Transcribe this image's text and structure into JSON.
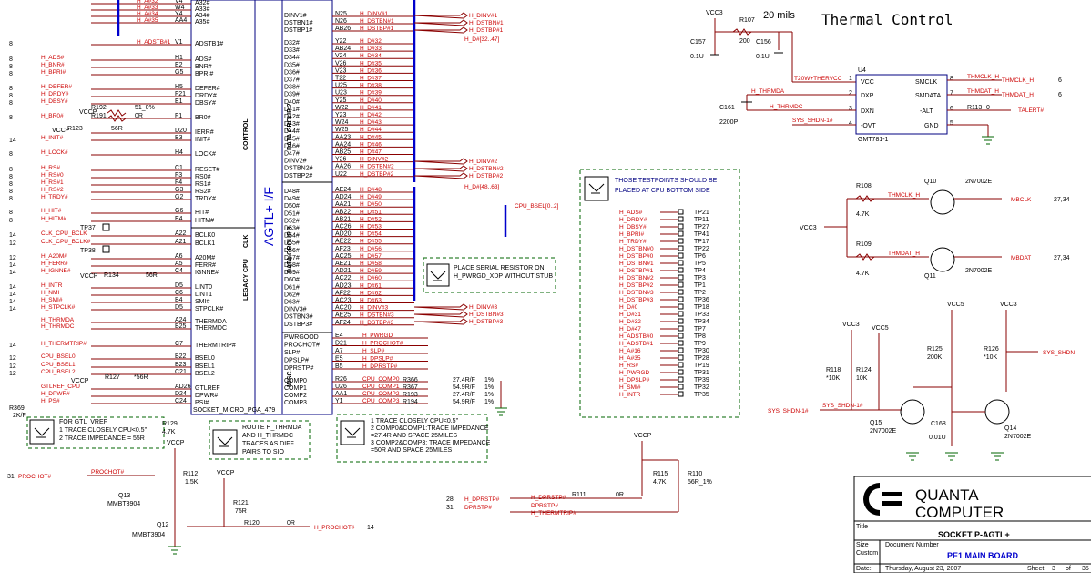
{
  "title": {
    "thermal": "Thermal Control",
    "mils": "20 mils"
  },
  "cpu": {
    "label": "AGTL+ I/F",
    "socket": "SOCKET_MICRO_PGA_479",
    "sections": [
      "CONTROL",
      "LEGACY CPU",
      "CLK",
      "DATA GROUP 2",
      "DATA GROUP 3",
      "MISC."
    ],
    "left_pins": [
      {
        "net": "H_A#32",
        "ball": "V4",
        "pin": "A32#"
      },
      {
        "net": "H_A#33",
        "ball": "W4",
        "pin": "A33#"
      },
      {
        "net": "H_A#34",
        "ball": "Y4",
        "pin": "A34#"
      },
      {
        "net": "H_A#35",
        "ball": "AA4",
        "pin": "A35#"
      },
      {
        "net": "H_ADSTB#1",
        "ball": "V1",
        "pin": "ADSTB1#"
      },
      {
        "net": "H_ADS#",
        "ball": "H1",
        "pin": "ADS#"
      },
      {
        "net": "H_BNR#",
        "ball": "E2",
        "pin": "BNR#"
      },
      {
        "net": "H_BPRI#",
        "ball": "G5",
        "pin": "BPRI#"
      },
      {
        "net": "H_DEFER#",
        "ball": "H5",
        "pin": "DEFER#"
      },
      {
        "net": "H_DRDY#",
        "ball": "F21",
        "pin": "DRDY#"
      },
      {
        "net": "H_DBSY#",
        "ball": "E1",
        "pin": "DBSY#"
      },
      {
        "net": "H_BR0#",
        "ball": "F1",
        "pin": "BR0#"
      },
      {
        "net": "",
        "ball": "D20",
        "pin": "IERR#"
      },
      {
        "net": "H_INIT#",
        "ball": "B3",
        "pin": "INIT#"
      },
      {
        "net": "H_LOCK#",
        "ball": "H4",
        "pin": "LOCK#"
      },
      {
        "net": "H_RS#",
        "ball": "C1",
        "pin": "RESET#"
      },
      {
        "net": "H_RS#0",
        "ball": "F3",
        "pin": "RS0#"
      },
      {
        "net": "H_RS#1",
        "ball": "F4",
        "pin": "RS1#"
      },
      {
        "net": "H_RS#2",
        "ball": "G3",
        "pin": "RS2#"
      },
      {
        "net": "H_TRDY#",
        "ball": "G2",
        "pin": "TRDY#"
      },
      {
        "net": "H_HIT#",
        "ball": "G6",
        "pin": "HIT#"
      },
      {
        "net": "H_HITM#",
        "ball": "E4",
        "pin": "HITM#"
      },
      {
        "net": "CLK_CPU_BCLK",
        "ball": "A22",
        "pin": "BCLK0"
      },
      {
        "net": "CLK_CPU_BCLK#",
        "ball": "A21",
        "pin": "BCLK1"
      },
      {
        "net": "H_A20M#",
        "ball": "A6",
        "pin": "A20M#"
      },
      {
        "net": "H_FERR#",
        "ball": "A5",
        "pin": "FERR#"
      },
      {
        "net": "H_IGNNE#",
        "ball": "C4",
        "pin": "IGNNE#"
      },
      {
        "net": "H_INTR",
        "ball": "D5",
        "pin": "LINT0"
      },
      {
        "net": "H_NMI",
        "ball": "C6",
        "pin": "LINT1"
      },
      {
        "net": "H_SMI#",
        "ball": "B4",
        "pin": "SMI#"
      },
      {
        "net": "H_STPCLK#",
        "ball": "D5",
        "pin": "STPCLK#"
      },
      {
        "net": "H_THRMDA",
        "ball": "A24",
        "pin": "THERMDA"
      },
      {
        "net": "H_THRMDC",
        "ball": "B25",
        "pin": "THERMDC"
      },
      {
        "net": "H_THERMTRIP#",
        "ball": "C7",
        "pin": "THERMTRIP#"
      },
      {
        "net": "CPU_BSEL0",
        "ball": "B22",
        "pin": "BSEL0"
      },
      {
        "net": "CPU_BSEL1",
        "ball": "B23",
        "pin": "BSEL1"
      },
      {
        "net": "CPU_BSEL2",
        "ball": "C21",
        "pin": "BSEL2"
      },
      {
        "net": "GTLREF_CPU",
        "ball": "AD26",
        "pin": "GTLREF"
      },
      {
        "net": "H_DPWR#",
        "ball": "D24",
        "pin": "DPWR#"
      },
      {
        "net": "H_PS#",
        "ball": "C24",
        "pin": "PSI#"
      }
    ],
    "right_pins_top": [
      {
        "ball": "N25",
        "pin": "DINV1#",
        "net": "H_DINV#1"
      },
      {
        "ball": "N26",
        "pin": "DSTBN1#",
        "net": "H_DSTBN#1"
      },
      {
        "ball": "AB26",
        "pin": "DSTBP1#",
        "net": "H_DSTBP#1"
      }
    ],
    "data_group2": [
      {
        "ball": "Y22",
        "pin": "D32#",
        "net": "H_D#32"
      },
      {
        "ball": "AB24",
        "pin": "D33#",
        "net": "H_D#33"
      },
      {
        "ball": "V24",
        "pin": "D34#",
        "net": "H_D#34"
      },
      {
        "ball": "V26",
        "pin": "D35#",
        "net": "H_D#35"
      },
      {
        "ball": "V23",
        "pin": "D36#",
        "net": "H_D#36"
      },
      {
        "ball": "T22",
        "pin": "D37#",
        "net": "H_D#37"
      },
      {
        "ball": "U25",
        "pin": "D38#",
        "net": "H_D#38"
      },
      {
        "ball": "U23",
        "pin": "D39#",
        "net": "H_D#39"
      },
      {
        "ball": "Y25",
        "pin": "D40#",
        "net": "H_D#40"
      },
      {
        "ball": "W22",
        "pin": "D41#",
        "net": "H_D#41"
      },
      {
        "ball": "Y23",
        "pin": "D42#",
        "net": "H_D#42"
      },
      {
        "ball": "W24",
        "pin": "D43#",
        "net": "H_D#43"
      },
      {
        "ball": "W25",
        "pin": "D44#",
        "net": "H_D#44"
      },
      {
        "ball": "AA23",
        "pin": "D45#",
        "net": "H_D#45"
      },
      {
        "ball": "AA24",
        "pin": "D46#",
        "net": "H_D#46"
      },
      {
        "ball": "AB25",
        "pin": "D47#",
        "net": "H_D#47"
      },
      {
        "ball": "Y26",
        "pin": "DINV2#",
        "net": "H_DINV#2"
      },
      {
        "ball": "AA26",
        "pin": "DSTBN2#",
        "net": "H_DSTBN#2"
      },
      {
        "ball": "U22",
        "pin": "DSTBP2#",
        "net": "H_DSTBP#2"
      }
    ],
    "data_group3": [
      {
        "ball": "AE24",
        "pin": "D48#",
        "net": "H_D#48"
      },
      {
        "ball": "AD24",
        "pin": "D49#",
        "net": "H_D#49"
      },
      {
        "ball": "AA21",
        "pin": "D50#",
        "net": "H_D#50"
      },
      {
        "ball": "AB22",
        "pin": "D51#",
        "net": "H_D#51"
      },
      {
        "ball": "AB21",
        "pin": "D52#",
        "net": "H_D#52"
      },
      {
        "ball": "AC26",
        "pin": "D53#",
        "net": "H_D#53"
      },
      {
        "ball": "AD20",
        "pin": "D54#",
        "net": "H_D#54"
      },
      {
        "ball": "AE22",
        "pin": "D55#",
        "net": "H_D#55"
      },
      {
        "ball": "AF23",
        "pin": "D56#",
        "net": "H_D#56"
      },
      {
        "ball": "AC25",
        "pin": "D57#",
        "net": "H_D#57"
      },
      {
        "ball": "AE21",
        "pin": "D58#",
        "net": "H_D#58"
      },
      {
        "ball": "AD21",
        "pin": "D59#",
        "net": "H_D#59"
      },
      {
        "ball": "AC22",
        "pin": "D60#",
        "net": "H_D#60"
      },
      {
        "ball": "AD23",
        "pin": "D61#",
        "net": "H_D#61"
      },
      {
        "ball": "AF22",
        "pin": "D62#",
        "net": "H_D#62"
      },
      {
        "ball": "AC23",
        "pin": "D63#",
        "net": "H_D#63"
      },
      {
        "ball": "AC20",
        "pin": "DINV3#",
        "net": "H_DINV#3"
      },
      {
        "ball": "AE25",
        "pin": "DSTBN3#",
        "net": "H_DSTBN#3"
      },
      {
        "ball": "AF24",
        "pin": "DSTBP3#",
        "net": "H_DSTBP#3"
      }
    ],
    "misc_pins": [
      {
        "ball": "E4",
        "pin": "PWRGOOD",
        "net": "H_PWRGD"
      },
      {
        "ball": "D21",
        "pin": "PROCHOT#",
        "net": "H_PROCHOT#"
      },
      {
        "ball": "A7",
        "pin": "SLP#",
        "net": "H_SLP#"
      },
      {
        "ball": "E5",
        "pin": "DPSLP#",
        "net": "H_DPSLP#"
      },
      {
        "ball": "B5",
        "pin": "DPRSTP#",
        "net": "H_DPRSTP#"
      },
      {
        "ball": "R26",
        "pin": "COMP0",
        "net": "CPU_COMP0"
      },
      {
        "ball": "U26",
        "pin": "COMP1",
        "net": "CPU_COMP1"
      },
      {
        "ball": "AA1",
        "pin": "COMP2",
        "net": "CPU_COMP2"
      },
      {
        "ball": "Y1",
        "pin": "COMP3",
        "net": "CPU_COMP3"
      }
    ]
  },
  "bus_labels": {
    "d_hi_1": "H_D#[32..47]",
    "d_hi_2": "H_D#[48..63]",
    "bsel": "CPU_BSEL[0..2]"
  },
  "comp_resistors": [
    {
      "ref": "R366",
      "value": "27.4R/F",
      "tol": "1%"
    },
    {
      "ref": "R367",
      "value": "54.9R/F",
      "tol": "1%"
    },
    {
      "ref": "R193",
      "value": "27.4R/F",
      "tol": "1%"
    },
    {
      "ref": "R194",
      "value": "54.9R/F",
      "tol": "1%"
    }
  ],
  "misc_left": {
    "vccp": "VCCP",
    "r192": {
      "ref": "R192",
      "value": "51_0%"
    },
    "r191": {
      "ref": "R191",
      "value": "0R"
    },
    "r123": {
      "ref": "R123",
      "value": "56R"
    },
    "r134": {
      "ref": "R134",
      "value": "56R"
    },
    "r127": {
      "ref": "R127",
      "value": "*56R"
    },
    "r369": {
      "ref": "R369",
      "value": "2K/F"
    },
    "r129": {
      "ref": "R129",
      "value": "4.7K"
    },
    "tp37": "TP37",
    "tp38": "TP38",
    "page_refs": [
      "8",
      "8",
      "8",
      "8",
      "8",
      "8",
      "8",
      "8",
      "14",
      "8",
      "8",
      "8",
      "8",
      "8",
      "8",
      "8",
      "8",
      "14",
      "12",
      "12",
      "14",
      "14",
      "14",
      "14",
      "14",
      "14",
      "14",
      "12",
      "12",
      "12"
    ]
  },
  "notes": {
    "gtl_vref": [
      "FOR GTL_VREF",
      "1 TRACE CLOSELY CPU<0.5\"",
      "2 TRACE IMPEDANCE = 55R"
    ],
    "thrmda": [
      "ROUTE H_THRMDA",
      "AND H_THRMDC",
      "TRACES AS DIFF",
      "PAIRS TO SIO"
    ],
    "comp": [
      "1 TRACE CLOSELY CPU<0.5\"",
      "2 COMP0&COMP1:TRACE IMPEDANCE",
      "=27.4R AND SPACE 25MILES",
      "3 COMP2&COMP3: TRACE IMPEDANCE",
      "=50R AND SPACE 25MILES"
    ],
    "pwrgd": [
      "PLACE SERIAL RESISTOR ON",
      "H_PWRGD_XDP WITHOUT STUB"
    ],
    "testpoints": [
      "THOSE TESTPOINTS SHOULD BE",
      "PLACED AT CPU BOTTOM SIDE"
    ]
  },
  "testpoints": [
    {
      "net": "H_ADS#",
      "tp": "TP21"
    },
    {
      "net": "H_DRDY#",
      "tp": "TP11"
    },
    {
      "net": "H_DBSY#",
      "tp": "TP27"
    },
    {
      "net": "H_BPRI#",
      "tp": "TP41"
    },
    {
      "net": "H_TRDY#",
      "tp": "TP17"
    },
    {
      "net": "H_DSTBN#0",
      "tp": "TP22"
    },
    {
      "net": "H_DSTBP#0",
      "tp": "TP6"
    },
    {
      "net": "H_DSTBN#1",
      "tp": "TP5"
    },
    {
      "net": "H_DSTBP#1",
      "tp": "TP4"
    },
    {
      "net": "H_DSTBN#2",
      "tp": "TP3"
    },
    {
      "net": "H_DSTBP#2",
      "tp": "TP1"
    },
    {
      "net": "H_DSTBN#3",
      "tp": "TP2"
    },
    {
      "net": "H_DSTBP#3",
      "tp": "TP36"
    },
    {
      "net": "H_D#0",
      "tp": "TP18"
    },
    {
      "net": "H_D#31",
      "tp": "TP33"
    },
    {
      "net": "H_D#32",
      "tp": "TP34"
    },
    {
      "net": "H_D#47",
      "tp": "TP7"
    },
    {
      "net": "H_ADSTB#0",
      "tp": "TP8"
    },
    {
      "net": "H_ADSTB#1",
      "tp": "TP9"
    },
    {
      "net": "H_A#16",
      "tp": "TP30"
    },
    {
      "net": "H_A#35",
      "tp": "TP28"
    },
    {
      "net": "H_RS#",
      "tp": "TP19"
    },
    {
      "net": "H_PWRGD",
      "tp": "TP31"
    },
    {
      "net": "H_DPSLP#",
      "tp": "TP39"
    },
    {
      "net": "H_SMI#",
      "tp": "TP32"
    },
    {
      "net": "H_INTR",
      "tp": "TP35"
    }
  ],
  "thermal": {
    "vcc3": "VCC3",
    "r107": {
      "ref": "R107",
      "value": "200"
    },
    "c157": {
      "ref": "C157",
      "value": "0.1U"
    },
    "c156": {
      "ref": "C156",
      "value": "0.1U"
    },
    "c161": {
      "ref": "C161",
      "value": "2200P"
    },
    "u4": {
      "ref": "U4",
      "part": "GMT781-1",
      "pins_left": [
        "VCC",
        "DXP",
        "DXN",
        "-OVT"
      ],
      "pins_right": [
        "SMCLK",
        "SMDATA",
        "-ALT",
        "GND"
      ],
      "nums_left": [
        "1",
        "2",
        "3",
        "4"
      ],
      "nums_right": [
        "8",
        "7",
        "6",
        "5"
      ]
    },
    "nets": {
      "vcc_in": "T20W+THERVCC",
      "thrmda": "H_THRMDA",
      "thrmdc": "H_THRMDC",
      "shdn": "SYS_SHDN-1#",
      "thmclk": "THMCLK_H",
      "thmdat": "THMDAT_H",
      "talert": "TALERT#",
      "r113": "R113",
      "r113v": "0",
      "p6": "6",
      "p6b": "6"
    }
  },
  "level_shift": {
    "vcc3": "VCC3",
    "r108": {
      "ref": "R108",
      "value": "4.7K"
    },
    "r109": {
      "ref": "R109",
      "value": "4.7K"
    },
    "q10": {
      "ref": "Q10",
      "part": "2N7002E"
    },
    "q11": {
      "ref": "Q11",
      "part": "2N7002E"
    },
    "thmclk": "THMCLK_H",
    "thmdat": "THMDAT_H",
    "mbclk": "MBCLK",
    "mbdat": "MBDAT",
    "page": "27,34"
  },
  "shutdown": {
    "vcc3": "VCC3",
    "vcc5": "VCC5",
    "r118": {
      "ref": "R118",
      "value": "*10K"
    },
    "r124": {
      "ref": "R124",
      "value": "10K"
    },
    "r125": {
      "ref": "R125",
      "value": "200K"
    },
    "r126": {
      "ref": "R126",
      "value": "*10K"
    },
    "c168": {
      "ref": "C168",
      "value": "0.01U"
    },
    "q15": {
      "ref": "Q15",
      "part": "2N7002E"
    },
    "q14": {
      "ref": "Q14",
      "part": "2N7002E"
    },
    "in_net": "SYS_SHDN-1#",
    "out_net": "SYS_SHDN"
  },
  "prochot": {
    "vccp": "VCCP",
    "r112": {
      "ref": "R112",
      "value": "1.5K"
    },
    "r121": {
      "ref": "R121",
      "value": "75R"
    },
    "r120": {
      "ref": "R120",
      "value": "0R"
    },
    "q13": {
      "ref": "Q13",
      "part": "MMBT3904"
    },
    "q12": {
      "ref": "Q12",
      "part": "MMBT3904"
    },
    "in_net": "PROCHOT#",
    "out_net": "H_PROCHOT#",
    "page_in": "31",
    "page_out": "14"
  },
  "dprstp": {
    "vccp": "VCCP",
    "r115": {
      "ref": "R115",
      "value": "4.7K"
    },
    "r110": {
      "ref": "R110",
      "value": "56R_1%"
    },
    "r111": {
      "ref": "R111",
      "value": "0R"
    },
    "nets": [
      "H_DPRSTP#",
      "DPRSTP#",
      "H_THERMTRIP#"
    ],
    "pages": [
      "28",
      "31"
    ]
  },
  "titleblock": {
    "company_line1": "QUANTA",
    "company_line2": "COMPUTER",
    "title_label": "Title",
    "title": "SOCKET P-AGTL+",
    "size_label": "Size",
    "custom_label": "Custom",
    "docnum_label": "Document Number",
    "docnum": "PE1 MAIN BOARD",
    "date_label": "Date:",
    "date": "Thursday, August 23, 2007",
    "sheet_label": "Sheet",
    "sheet": "3",
    "of_label": "of",
    "total": "35"
  },
  "colors": {
    "wire": "#8a0000",
    "bus": "#0000cc",
    "net_text": "#cc0000",
    "note": "#006600",
    "junction": "#cc00cc"
  }
}
